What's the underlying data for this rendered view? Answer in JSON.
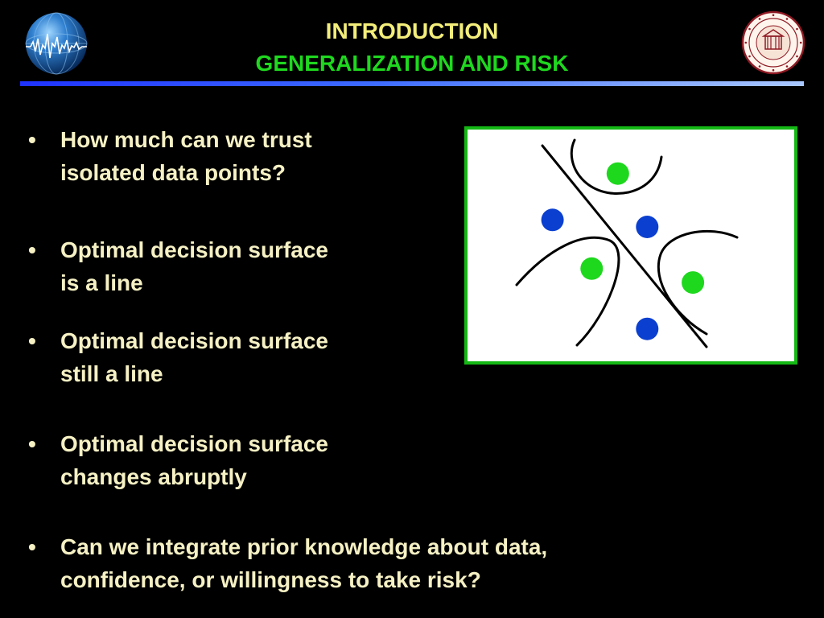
{
  "header": {
    "title": "INTRODUCTION",
    "subtitle": "GENERALIZATION AND RISK",
    "title_color": "#f3ee7a",
    "subtitle_color": "#1fd81f",
    "rule_color": "#2b4bff"
  },
  "logos": {
    "left": "globe-waveform-logo",
    "right": "mississippi-state-university-seal"
  },
  "bullets": [
    {
      "marker": "•",
      "lines": [
        "How much can we trust",
        "isolated data points?"
      ]
    },
    {
      "marker": "•",
      "lines": [
        "Optimal decision surface",
        "is a line"
      ]
    },
    {
      "marker": "•",
      "lines": [
        "Optimal decision surface",
        "still a line"
      ]
    },
    {
      "marker": "•",
      "lines": [
        "Optimal decision surface",
        "changes abruptly"
      ]
    },
    {
      "marker": "•",
      "lines": [
        "Can we integrate prior knowledge about data,",
        "confidence, or willingness to take risk?"
      ]
    }
  ],
  "figure": {
    "background": "#ffffff",
    "border_color": "#14b814",
    "class_colors": {
      "green": "#1ed81e",
      "blue": "#0b3fd0"
    },
    "points": [
      {
        "class": "green",
        "x": 0.46,
        "y": 0.19
      },
      {
        "class": "blue",
        "x": 0.26,
        "y": 0.39
      },
      {
        "class": "blue",
        "x": 0.55,
        "y": 0.42
      },
      {
        "class": "green",
        "x": 0.38,
        "y": 0.6
      },
      {
        "class": "green",
        "x": 0.69,
        "y": 0.66
      },
      {
        "class": "blue",
        "x": 0.55,
        "y": 0.86
      }
    ]
  }
}
